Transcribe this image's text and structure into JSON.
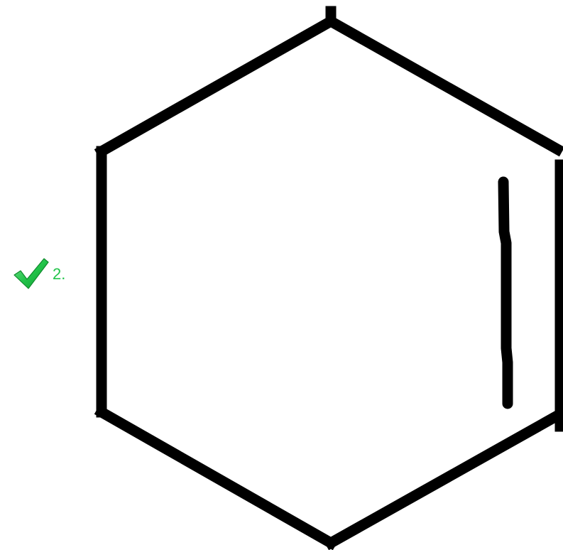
{
  "answer_marker": {
    "icon": "check-icon",
    "number": "2.",
    "color": "#22c44a"
  },
  "molecule": {
    "type": "cyclohexene",
    "ring_atoms": 6,
    "double_bonds": 1,
    "bond_color": "#000000"
  }
}
